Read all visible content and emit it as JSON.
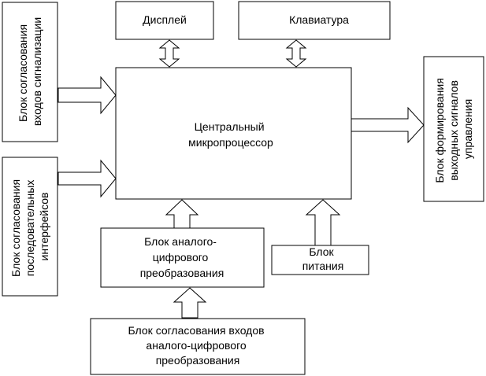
{
  "blocks": {
    "display": {
      "lines": [
        "Дисплей"
      ]
    },
    "keyboard": {
      "lines": [
        "Клавиатура"
      ]
    },
    "cpu": {
      "lines": [
        "Центральный",
        "микропроцессор"
      ]
    },
    "signal_inputs": {
      "lines": [
        "Блок согласования",
        "входов сигнализации"
      ]
    },
    "serial_interfaces": {
      "lines": [
        "Блок согласования",
        "последовательных",
        "интерфейсов"
      ]
    },
    "output_signals": {
      "lines": [
        "Блок формирования",
        "выходных сигналов",
        "управления"
      ]
    },
    "adc": {
      "lines": [
        "Блок аналого-",
        "цифрового",
        "преобразования"
      ]
    },
    "power": {
      "lines": [
        "Блок",
        "питания"
      ]
    },
    "adc_inputs": {
      "lines": [
        "Блок согласования входов",
        "аналого-цифрового",
        "преобразования"
      ]
    }
  }
}
